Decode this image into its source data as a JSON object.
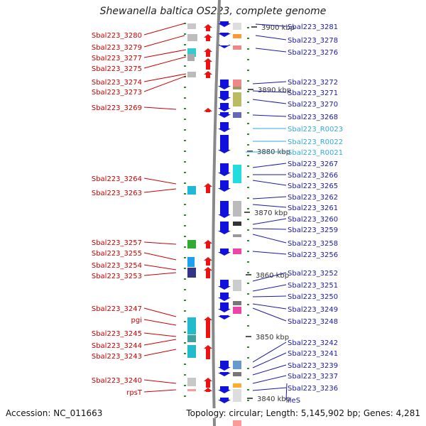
{
  "title": "Shewanella baltica OS223, complete genome",
  "footer": {
    "accession": "Accession: NC_011663",
    "topology": "Topology: circular; Length: 5,145,902 bp; Genes: 4,281"
  },
  "colors": {
    "left_label": "#cc0000",
    "right_label": "#1a1aa6",
    "rna_label": "#33aadd",
    "strand": "#888888",
    "tick": "#2e8b2e"
  },
  "scale_labels": [
    "3900 kbp",
    "3890 kbp",
    "3880 kbp",
    "3870 kbp",
    "3860 kbp",
    "3850 kbp",
    "3840 kbp"
  ],
  "left_genes": [
    "Sbal223_3280",
    "Sbal223_3279",
    "Sbal223_3277",
    "Sbal223_3275",
    "Sbal223_3274",
    "Sbal223_3273",
    "Sbal223_3269",
    "Sbal223_3264",
    "Sbal223_3263",
    "Sbal223_3257",
    "Sbal223_3255",
    "Sbal223_3254",
    "Sbal223_3253",
    "Sbal223_3247",
    "pgi",
    "Sbal223_3245",
    "Sbal223_3244",
    "Sbal223_3243",
    "Sbal223_3240",
    "rpsT"
  ],
  "right_genes": [
    "Sbal223_3281",
    "Sbal223_3278",
    "Sbal223_3276",
    "Sbal223_3272",
    "Sbal223_3271",
    "Sbal223_3270",
    "Sbal223_3268",
    "Sbal223_R0023",
    "Sbal223_R0022",
    "Sbal223_R0021",
    "Sbal223_3267",
    "Sbal223_3266",
    "Sbal223_3265",
    "Sbal223_3262",
    "Sbal223_3261",
    "Sbal223_3260",
    "Sbal223_3259",
    "Sbal223_3258",
    "Sbal223_3256",
    "Sbal223_3252",
    "Sbal223_3251",
    "Sbal223_3250",
    "Sbal223_3249",
    "Sbal223_3248",
    "Sbal223_3242",
    "Sbal223_3241",
    "Sbal223_3239",
    "Sbal223_3237",
    "Sbal223_3236",
    "ileS"
  ]
}
